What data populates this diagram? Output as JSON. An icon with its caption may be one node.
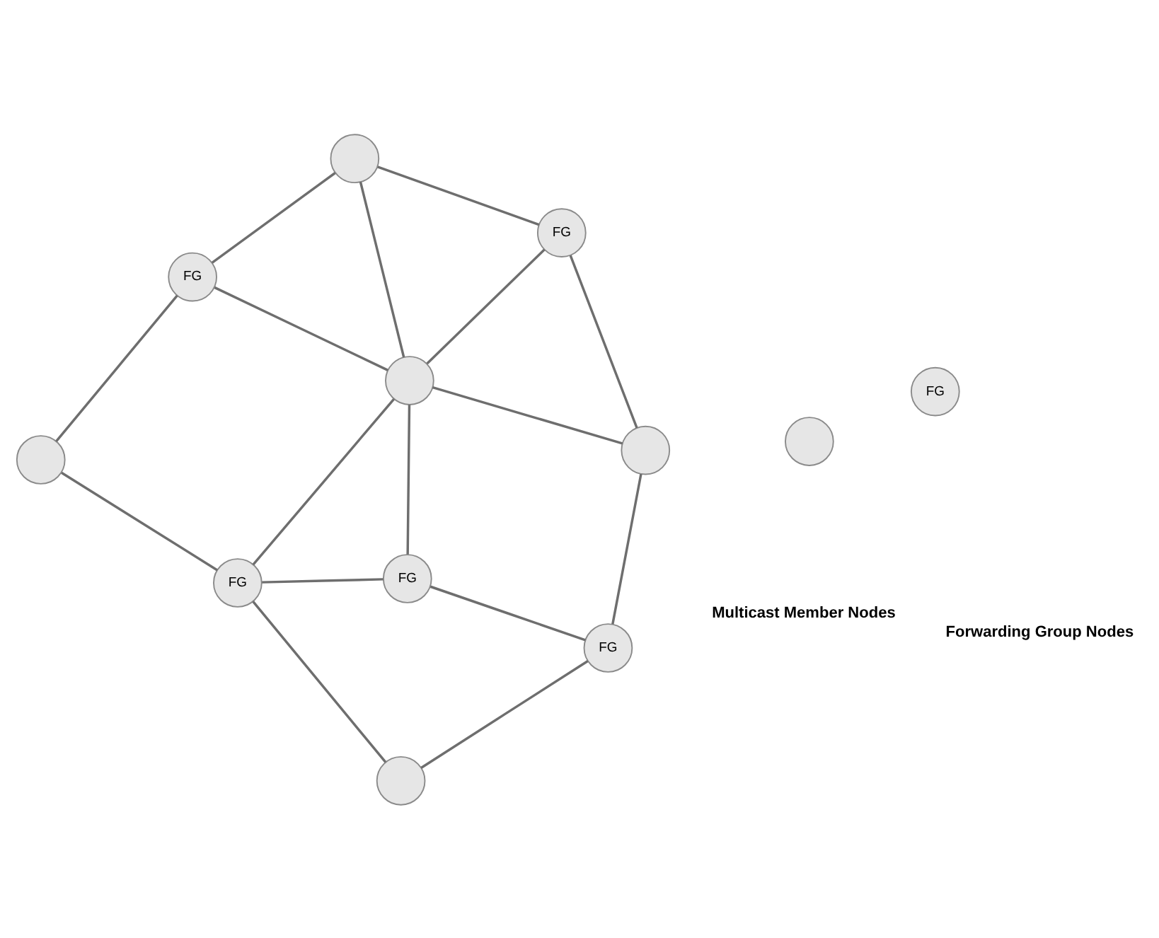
{
  "diagram": {
    "nodes": [
      {
        "text": [],
        "shape": "circle"
      },
      {
        "text": [
          "FG"
        ]
      },
      {
        "text": [],
        "shape": "circle"
      },
      {
        "text": [
          "FG"
        ]
      },
      {
        "text": [],
        "shape": "circle"
      },
      {
        "text": [
          "FG"
        ]
      },
      {
        "text": [],
        "shape": "circle"
      },
      {
        "text": [
          "FG"
        ]
      },
      {
        "text": [
          "FG"
        ]
      },
      {
        "text": [],
        "shape": "circle"
      },
      {
        "text": [],
        "shape": "circle"
      },
      {
        "text": [
          "FG"
        ]
      }
    ],
    "edges": [
      {
        "from": 0,
        "to": 3,
        "arrow": "none"
      },
      {
        "from": 0,
        "to": 1,
        "arrow": "none"
      },
      {
        "from": 1,
        "to": 4,
        "arrow": "none"
      },
      {
        "from": 1,
        "to": 6,
        "arrow": "none"
      },
      {
        "from": 2,
        "to": 3,
        "arrow": "none"
      },
      {
        "from": 2,
        "to": 8,
        "arrow": "none"
      },
      {
        "from": 3,
        "to": 5,
        "arrow": "none"
      },
      {
        "from": 3,
        "to": 6,
        "arrow": "none"
      },
      {
        "from": 4,
        "to": 6,
        "arrow": "none"
      },
      {
        "from": 4,
        "to": 7,
        "arrow": "none"
      },
      {
        "from": 5,
        "to": 6,
        "arrow": "none"
      },
      {
        "from": 5,
        "to": 8,
        "arrow": "none"
      },
      {
        "from": 6,
        "to": 7,
        "arrow": "none"
      },
      {
        "from": 6,
        "to": 9,
        "arrow": "none"
      },
      {
        "from": 8,
        "to": 9,
        "arrow": "none"
      },
      {
        "from": 9,
        "to": 7,
        "arrow": "none"
      }
    ],
    "legend": [
      {
        "text": "Multicast Member Nodes"
      },
      {
        "text": "Forwarding Group Nodes"
      }
    ]
  }
}
